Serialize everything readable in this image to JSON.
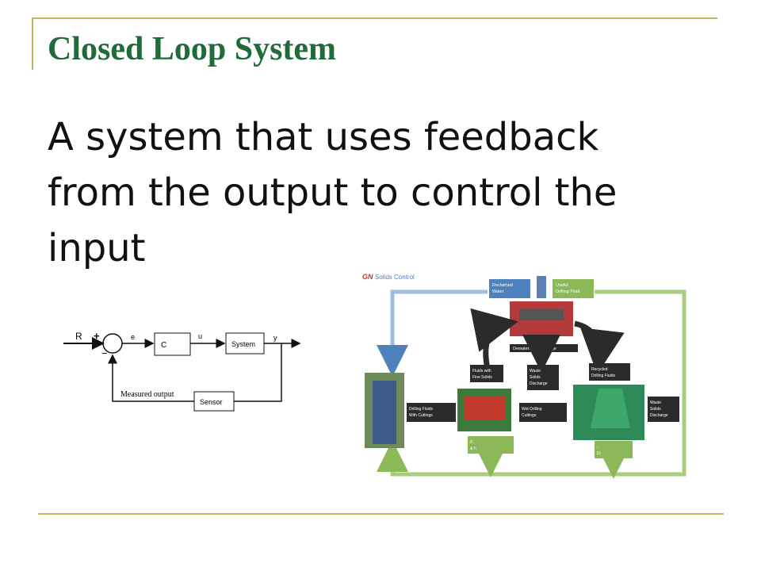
{
  "slide": {
    "title": "Closed Loop System",
    "body": "A system that uses feedback from the output to control the input"
  },
  "block_diagram": {
    "r": "R",
    "plus": "+",
    "minus": "−",
    "e": "e",
    "controller": "C",
    "u": "u",
    "system": "System",
    "y": "y",
    "feedback": "Measured output",
    "sensor": "Sensor"
  },
  "solids_flow": {
    "brand": "GN",
    "header": "Solids Control",
    "reclaimed_water": [
      "Reclaimed",
      "Water"
    ],
    "useful_fluid_top": [
      "Useful",
      "Drilling Fluid"
    ],
    "dewatering": "Dewatering Centrifuge",
    "fluids_fine_solids": [
      "Fluids with",
      "Fine Solids"
    ],
    "waste_discharge_1": [
      "Waste",
      "Solids",
      "Discharge"
    ],
    "recycled_fluids": [
      "Recycled",
      "Drilling Fluids"
    ],
    "fluids_with_cuttings": [
      "Drilling Fluids",
      "With Cuttings"
    ],
    "wet_cuttings": [
      "Wet Drilling",
      "Cuttings"
    ],
    "waste_discharge_2": [
      "Waste",
      "Solids",
      "Discharge"
    ],
    "primary_shaker": [
      "Primary    Shaker",
      "& Hydrocyclones"
    ],
    "useful_fluid_bottom": [
      "Useful",
      "Drilling Fluid"
    ],
    "colors": {
      "blue": "#4f81bd",
      "green": "#8db85a",
      "dark": "#2b2b2b"
    }
  }
}
